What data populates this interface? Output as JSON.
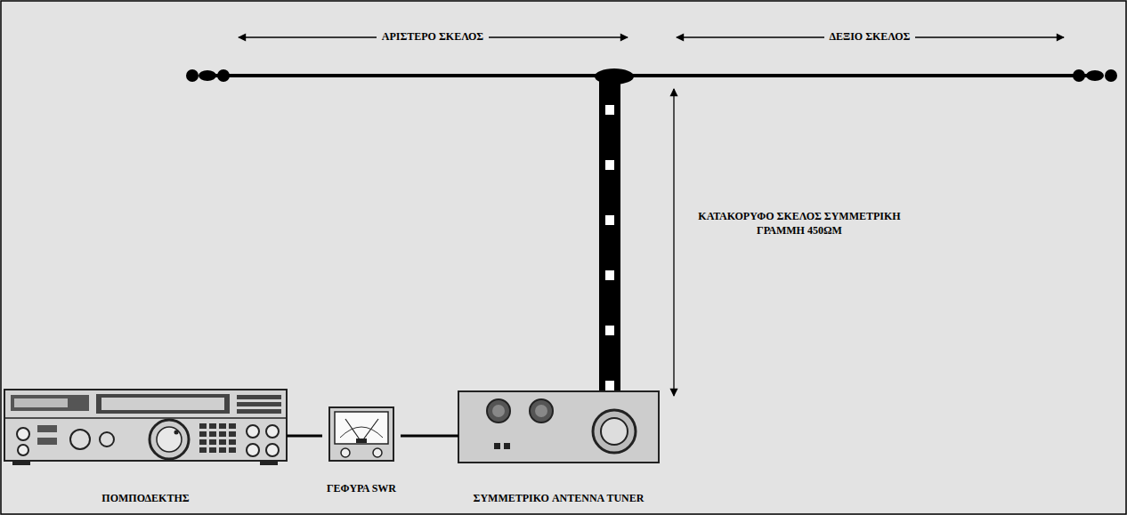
{
  "diagram": {
    "nodes": [
      {
        "text": [
          "ΠΟΜΠΟΔΕΚΤΗΣ"
        ]
      },
      {
        "text": [
          "ΓΕΦΥΡΑ SWR"
        ]
      },
      {
        "text": [
          "ΣΥΜΜΕΤΡΙΚΟ ANTENNA TUNER"
        ]
      }
    ],
    "edges": [
      {
        "from": 0,
        "to": 1,
        "arrow": "none"
      },
      {
        "from": 1,
        "to": 2,
        "arrow": "none"
      }
    ],
    "labels": [
      "ΑΡΙΣΤΕΡΟ ΣΚΕΛΟΣ",
      "ΔΕΞΙΟ ΣΚΕΛΟΣ",
      "ΚΑΤΑΚΟΡΥΦΟ ΣΚΕΛΟΣ ΣΥΜΜΕΤΡΙΚΗ ΓΡΑΜΜΗ 450ΩΜ"
    ]
  }
}
